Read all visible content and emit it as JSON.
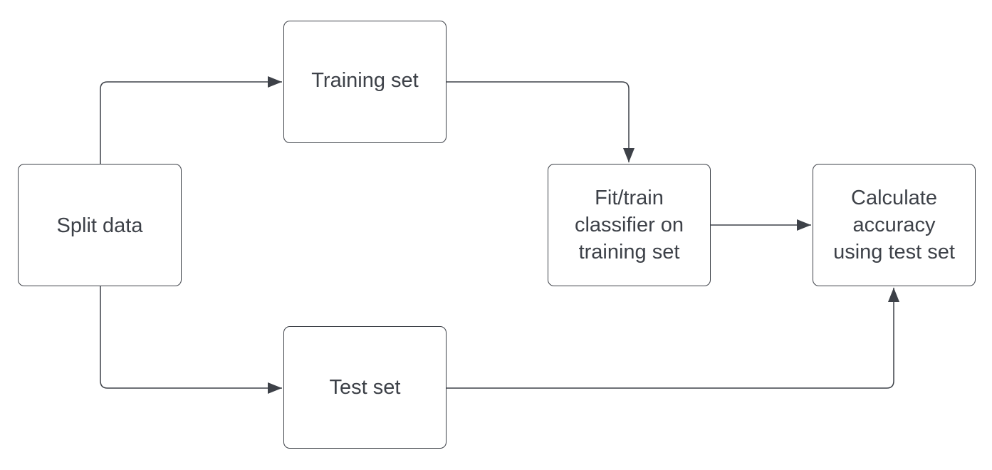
{
  "colors": {
    "stroke": "#3d4148",
    "text": "#3d4148",
    "background": "#ffffff"
  },
  "nodes": {
    "split": {
      "label": "Split data"
    },
    "training": {
      "label": "Training set"
    },
    "test": {
      "label": "Test set"
    },
    "fit": {
      "label": "Fit/train\nclassifier on\ntraining set"
    },
    "accuracy": {
      "label": "Calculate\naccuracy\nusing test set"
    }
  }
}
